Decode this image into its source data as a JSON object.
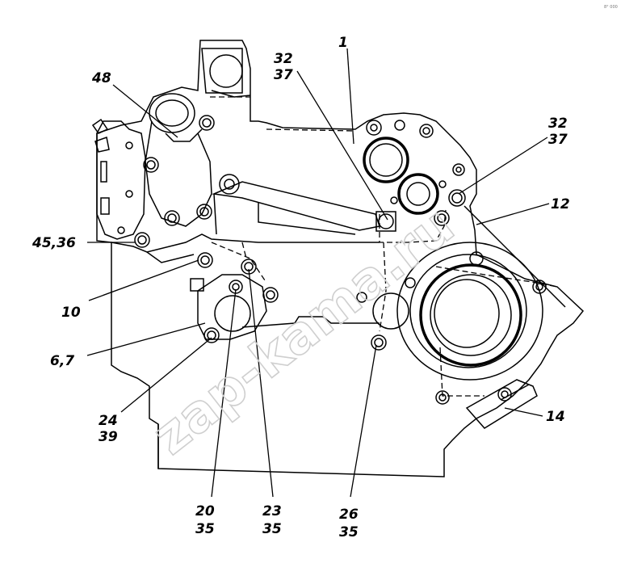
{
  "diagram": {
    "corner_mark": "8° 000",
    "watermark": "zap-kama.ru",
    "callouts": [
      {
        "id": "c1",
        "lines": [
          "1"
        ]
      },
      {
        "id": "c2",
        "lines": [
          "32",
          "37"
        ]
      },
      {
        "id": "c3",
        "lines": [
          "32",
          "37"
        ]
      },
      {
        "id": "c4",
        "lines": [
          "48"
        ]
      },
      {
        "id": "c5",
        "lines": [
          "12"
        ]
      },
      {
        "id": "c6",
        "lines": [
          "45,36"
        ]
      },
      {
        "id": "c7",
        "lines": [
          "10"
        ]
      },
      {
        "id": "c8",
        "lines": [
          "6,7"
        ]
      },
      {
        "id": "c9",
        "lines": [
          "24",
          "39"
        ]
      },
      {
        "id": "c10",
        "lines": [
          "14"
        ]
      },
      {
        "id": "c11",
        "lines": [
          "20",
          "35"
        ]
      },
      {
        "id": "c12",
        "lines": [
          "23",
          "35"
        ]
      },
      {
        "id": "c13",
        "lines": [
          "26",
          "35"
        ]
      }
    ]
  }
}
